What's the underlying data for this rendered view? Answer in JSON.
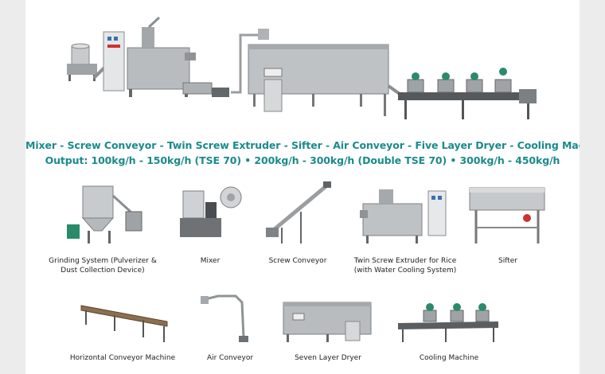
{
  "headline": {
    "line1": "Mixer - Screw Conveyor - Twin Screw Extruder - Sifter - Air Conveyor - Five Layer Dryer - Cooling Machine",
    "line2": "Output: 100kg/h - 150kg/h (TSE 70) • 200kg/h - 300kg/h (Double TSE 70) • 300kg/h - 450kg/h"
  },
  "machines": [
    {
      "name": "grinding-system",
      "caption_line1": "Grinding System (Pulverizer &",
      "caption_line2": "Dust Collection Device)"
    },
    {
      "name": "mixer",
      "caption_line1": "Mixer",
      "caption_line2": ""
    },
    {
      "name": "screw-conveyor",
      "caption_line1": "Screw Conveyor",
      "caption_line2": ""
    },
    {
      "name": "twin-screw-extruder",
      "caption_line1": "Twin Screw Extruder for Rice",
      "caption_line2": "(with Water Cooling System)"
    },
    {
      "name": "sifter",
      "caption_line1": "Sifter",
      "caption_line2": ""
    },
    {
      "name": "horizontal-conveyor",
      "caption_line1": "Horizontal Conveyor Machine",
      "caption_line2": ""
    },
    {
      "name": "air-conveyor",
      "caption_line1": "Air Conveyor",
      "caption_line2": ""
    },
    {
      "name": "seven-layer-dryer",
      "caption_line1": "Seven Layer Dryer",
      "caption_line2": ""
    },
    {
      "name": "cooling-machine",
      "caption_line1": "Cooling Machine",
      "caption_line2": ""
    }
  ],
  "colors": {
    "headline": "#1b8a8a",
    "steel": "#b9bcbe",
    "steel_dark": "#6f7376",
    "motor": "#2a8a6a"
  }
}
